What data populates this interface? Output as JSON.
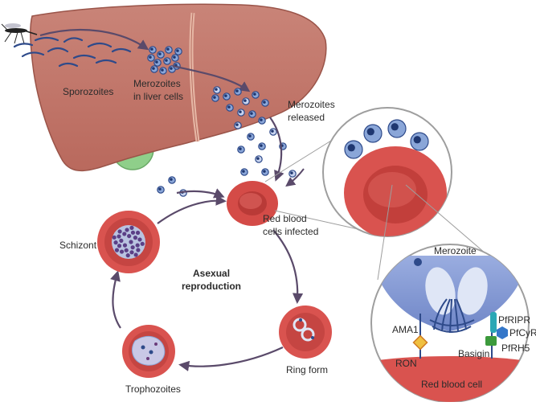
{
  "labels": {
    "sporozoites": "Sporozoites",
    "merozoites_liver_1": "Merozoites",
    "merozoites_liver_2": "in liver cells",
    "merozoites_released_1": "Merozoites",
    "merozoites_released_2": "released",
    "rbc_infected_1": "Red blood",
    "rbc_infected_2": "cells infected",
    "schizont": "Schizont",
    "asexual_1": "Asexual",
    "asexual_2": "reproduction",
    "ring_form": "Ring form",
    "trophozoites": "Trophozoites",
    "merozoite": "Merozoite",
    "ama1": "AMA1",
    "ron": "RON",
    "basigin": "Basigin",
    "pfripr": "PfRIPR",
    "pfcyrpa": "PfCyRPA",
    "pfrh5": "PfRH5",
    "red_blood_cell": "Red blood cell"
  },
  "colors": {
    "liver": "#c47a6e",
    "liver_dark": "#a55d52",
    "gallbladder": "#8fcf8a",
    "rbc": "#d9534f",
    "rbc_light": "#e8827c",
    "parasite": "#2e4a8a",
    "parasite_light": "#8aa6d8",
    "merozoite_zoom": "#8fa3d9",
    "arrow": "#5a4a6a",
    "zoom_gray": "#9e9e9e"
  },
  "icons": [
    "mosquito-icon",
    "sporozoite-icon",
    "merozoite-icon",
    "ring-form-icon",
    "trophozoite-icon",
    "schizont-icon"
  ]
}
